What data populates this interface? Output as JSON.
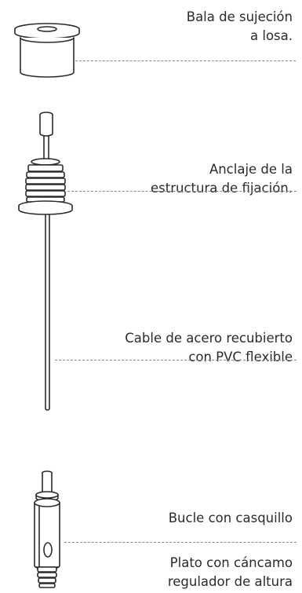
{
  "labels": {
    "bala": {
      "line1": "Bala de sujeción",
      "line2": "a losa."
    },
    "anclaje": {
      "line1": "Anclaje de la",
      "line2": "estructura de fijación."
    },
    "cable": {
      "line1": "Cable de acero recubierto",
      "line2": "con PVC flexible"
    },
    "bucle": {
      "line1": "Bucle con casquillo"
    },
    "plato": {
      "line1": "Plato con cáncamo",
      "line2": "regulador de altura"
    }
  },
  "colors": {
    "line": "#2b2b2b",
    "leader": "#8a8a8a",
    "thread_fill": "#ffffff"
  }
}
